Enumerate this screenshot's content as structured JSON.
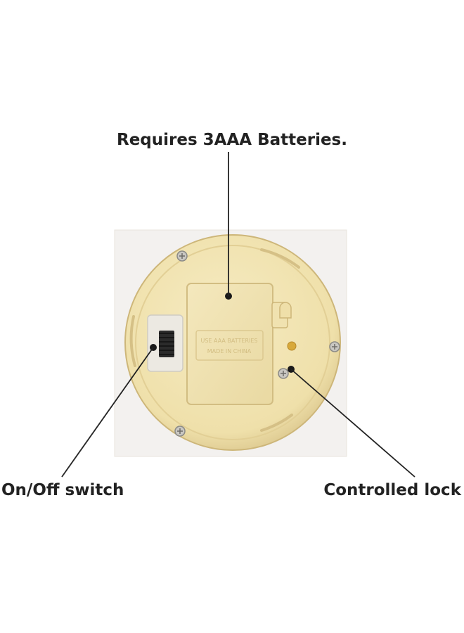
{
  "callouts": {
    "batteries": "Requires 3AAA Batteries.",
    "switch": "On/Off switch",
    "lock": "Controlled lock"
  },
  "embossed_text": {
    "line1": "USE AAA BATTERIES",
    "line2": "MADE IN CHINA"
  },
  "colors": {
    "plate": "#f3e7b8",
    "plate_shadow": "#d8c58c",
    "background_panel": "#f5f3f1",
    "text": "#222222",
    "pointer_line": "#222222"
  },
  "icons": [
    "screw-icon",
    "slide-switch-icon",
    "lock-hole-icon"
  ]
}
